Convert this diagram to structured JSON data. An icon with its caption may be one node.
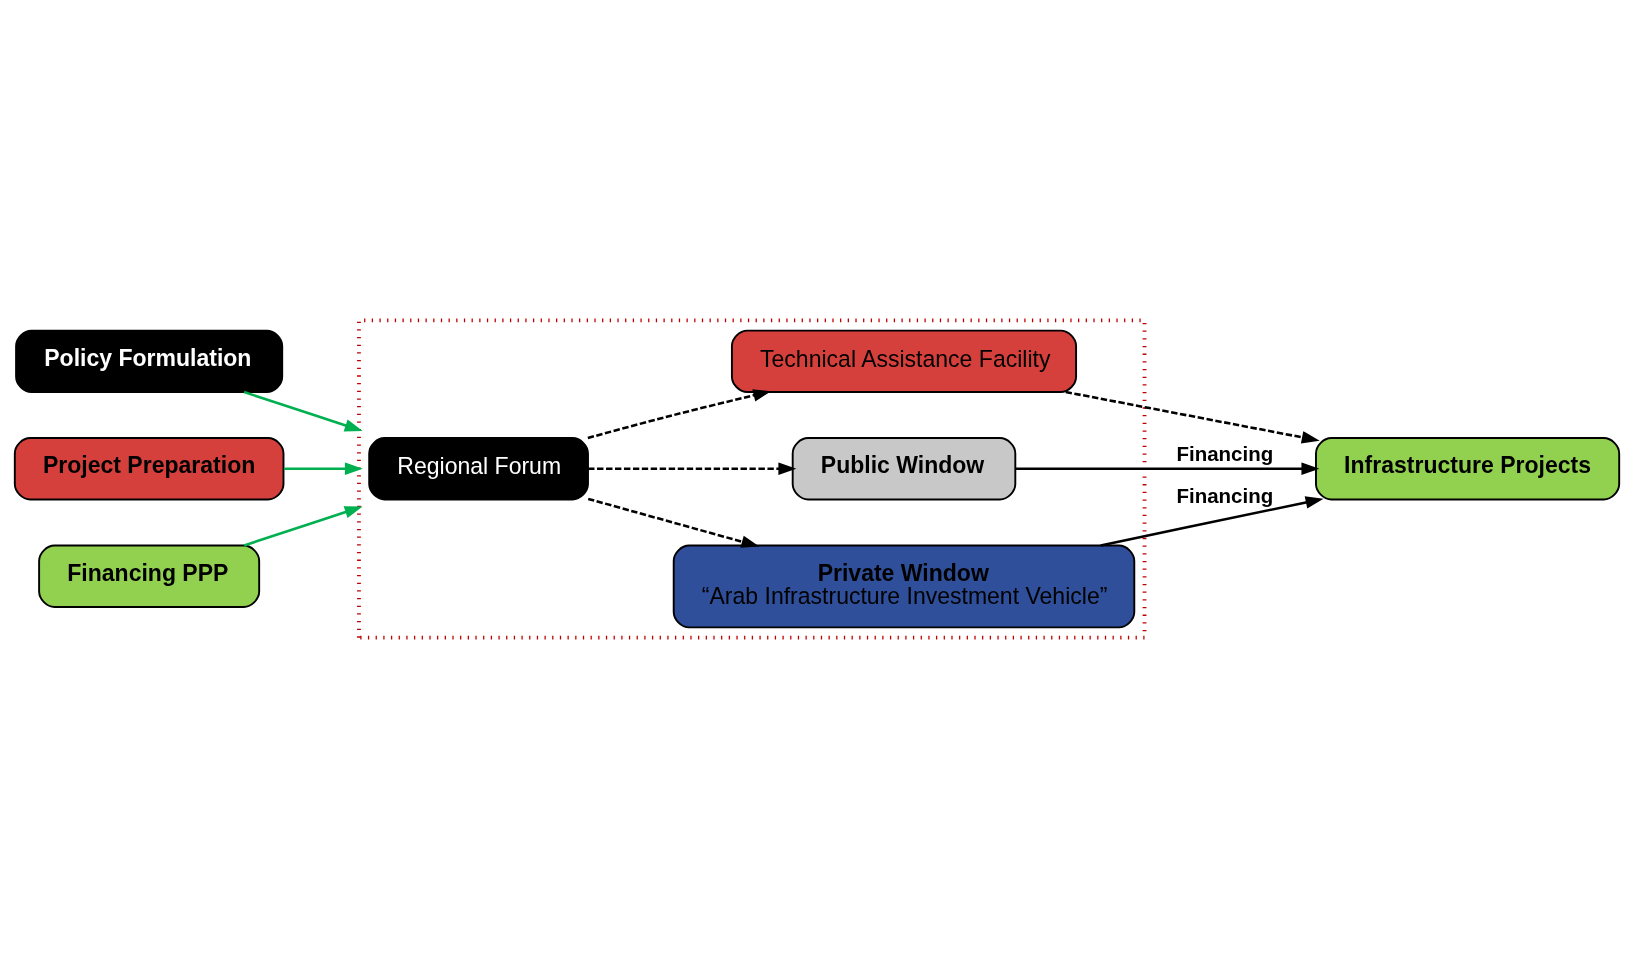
{
  "diagram": {
    "nodes": [
      {
        "text": [
          "Policy Formulation"
        ]
      },
      {
        "text": [
          "Project Preparation"
        ]
      },
      {
        "text": [
          "Financing PPP"
        ]
      },
      {
        "text": [],
        "shape": "box"
      },
      {
        "text": [
          "Regional Forum"
        ],
        "in": 3
      },
      {
        "text": [
          "Technical Assistance Facility"
        ],
        "in": 3
      },
      {
        "text": [
          "Public Window"
        ],
        "in": 3
      },
      {
        "text": [
          "Private Window",
          "“Arab Infrastructure Investment Vehicle”"
        ],
        "in": 3
      },
      {
        "text": [
          "Infrastructure Projects"
        ]
      }
    ],
    "edges": [
      {
        "from": 0,
        "to": 3,
        "arrow": "to",
        "color": "#00b050"
      },
      {
        "from": 1,
        "to": 3,
        "arrow": "to",
        "color": "#00b050"
      },
      {
        "from": 2,
        "to": 3,
        "arrow": "to",
        "color": "#00b050"
      },
      {
        "from": 4,
        "to": 6,
        "arrow": "to",
        "style": "dashed"
      },
      {
        "from": 4,
        "to": 5,
        "arrow": "to",
        "style": "dashed"
      },
      {
        "from": 4,
        "to": 7,
        "arrow": "to",
        "style": "dashed"
      },
      {
        "from": 5,
        "to": 8,
        "arrow": "to",
        "style": "dashed"
      },
      {
        "from": 6,
        "to": 8,
        "arrow": "to",
        "label": "Financing"
      },
      {
        "from": 7,
        "to": 8,
        "arrow": "to",
        "label": "Financing"
      }
    ]
  }
}
